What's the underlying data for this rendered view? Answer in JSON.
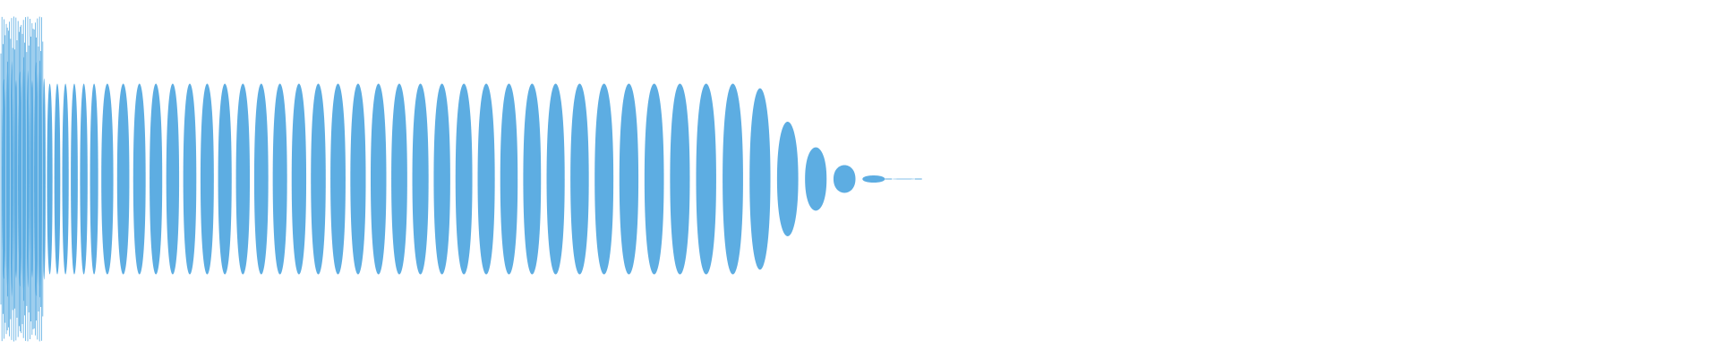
{
  "waveform": {
    "color": "#5dade2",
    "background": "#ffffff",
    "duration_fraction_visible": 0.527,
    "amplitude_profile": {
      "peak_level": 0.82,
      "hold_until_fraction": 0.44,
      "decay_end_fraction": 0.527
    }
  }
}
